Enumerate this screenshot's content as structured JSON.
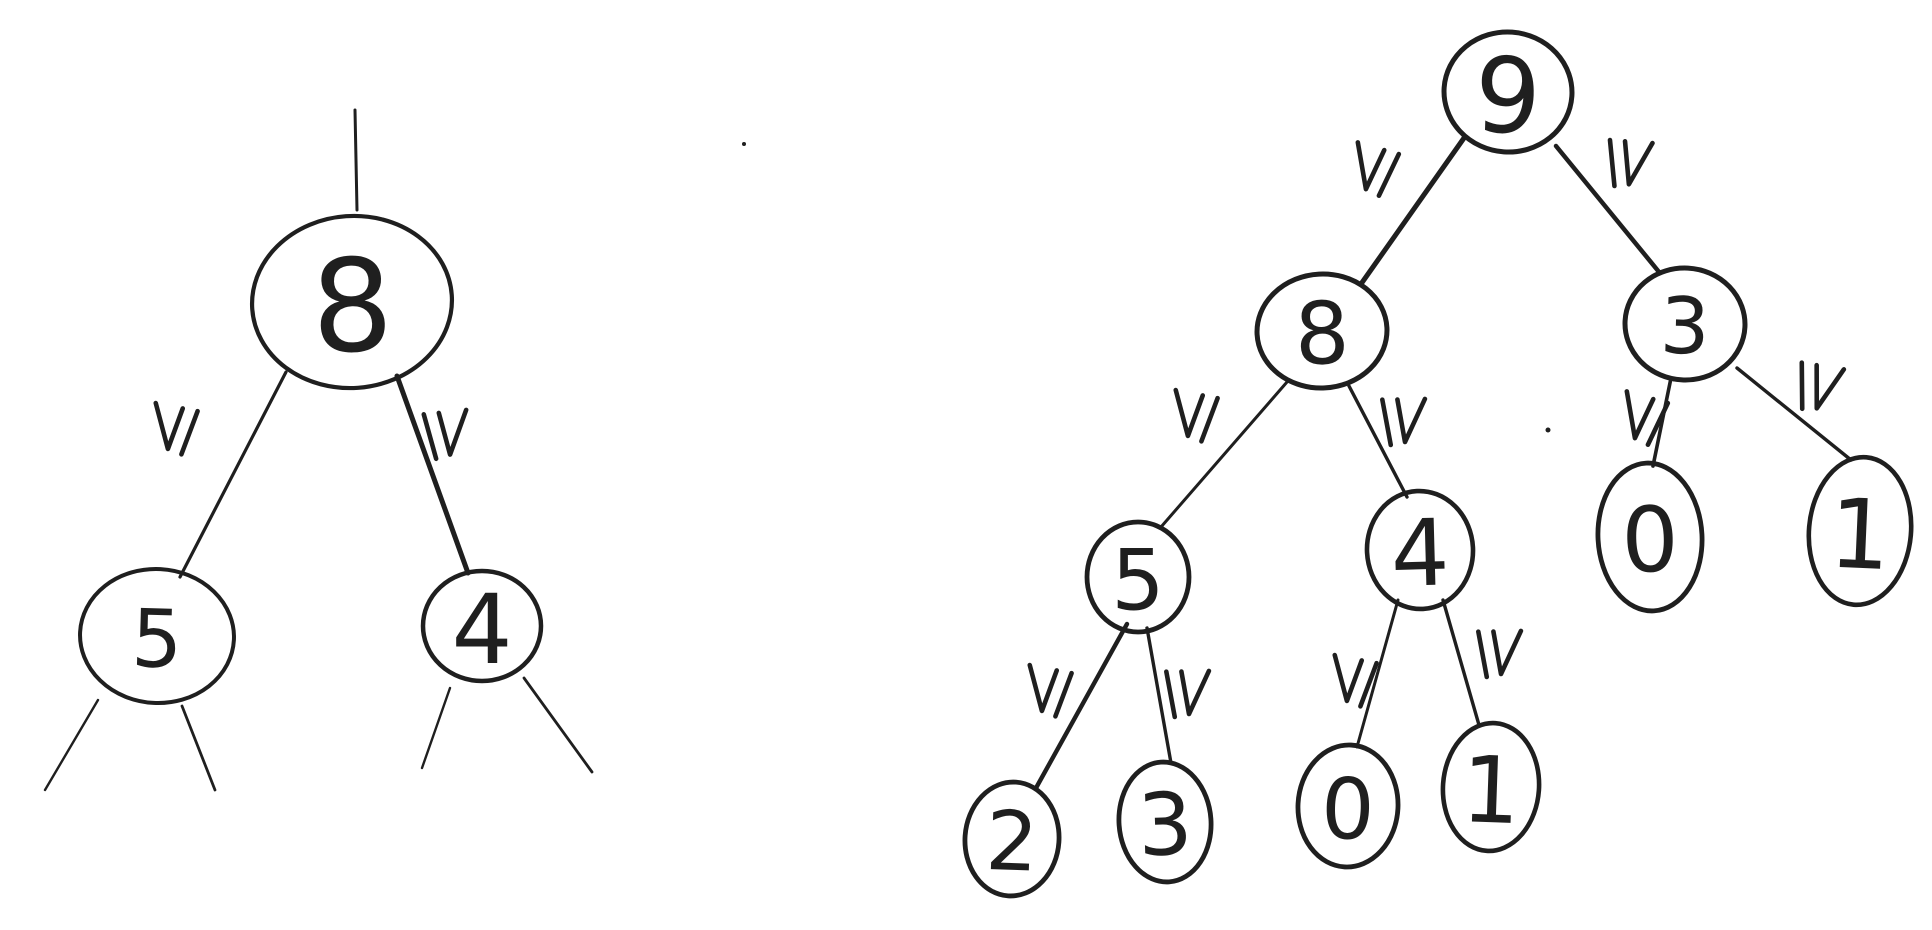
{
  "page": {
    "background_color": "#ffffff",
    "ink_color": "#1f1f1f"
  },
  "figure": {
    "kind": "hand-drawn-binary-trees",
    "relation_symbol_on_edges": "≥",
    "left_tree": {
      "name": "left-tree",
      "nodes": [
        {
          "id": "A8",
          "value": "8"
        },
        {
          "id": "A5",
          "value": "5"
        },
        {
          "id": "A4",
          "value": "4"
        }
      ],
      "edges": [
        {
          "from": "A8",
          "to": "A5",
          "relation": "≥"
        },
        {
          "from": "A8",
          "to": "A4",
          "relation": "≥"
        }
      ],
      "parent_stub_above_root": true,
      "elided_subtree_stubs_under": [
        "A5",
        "A4"
      ]
    },
    "right_tree": {
      "name": "right-tree",
      "nodes": [
        {
          "id": "B9",
          "value": "9"
        },
        {
          "id": "B8",
          "value": "8"
        },
        {
          "id": "B3",
          "value": "3"
        },
        {
          "id": "B5",
          "value": "5"
        },
        {
          "id": "B4",
          "value": "4"
        },
        {
          "id": "B2",
          "value": "2"
        },
        {
          "id": "B3b",
          "value": "3"
        },
        {
          "id": "B0a",
          "value": "0"
        },
        {
          "id": "B1a",
          "value": "1"
        },
        {
          "id": "B0b",
          "value": "0"
        },
        {
          "id": "B1b",
          "value": "1"
        }
      ],
      "edges": [
        {
          "from": "B9",
          "to": "B8",
          "relation": "≥"
        },
        {
          "from": "B9",
          "to": "B3",
          "relation": "≥"
        },
        {
          "from": "B8",
          "to": "B5",
          "relation": "≥"
        },
        {
          "from": "B8",
          "to": "B4",
          "relation": "≥"
        },
        {
          "from": "B5",
          "to": "B2",
          "relation": "≥"
        },
        {
          "from": "B5",
          "to": "B3b",
          "relation": "≥"
        },
        {
          "from": "B4",
          "to": "B0a",
          "relation": "≥"
        },
        {
          "from": "B4",
          "to": "B1a",
          "relation": "≥"
        },
        {
          "from": "B3",
          "to": "B0b",
          "relation": "≥"
        },
        {
          "from": "B3",
          "to": "B1b",
          "relation": "≥"
        }
      ]
    }
  }
}
